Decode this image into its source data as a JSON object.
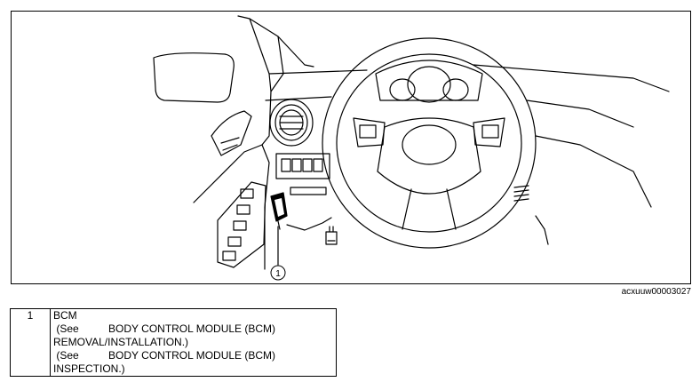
{
  "figure": {
    "id": "acxuuw00003027",
    "callout": "1"
  },
  "legend": {
    "rows": [
      {
        "number": "1",
        "lines": [
          "BCM",
          " (See          BODY CONTROL MODULE (BCM)",
          "REMOVAL/INSTALLATION.)",
          " (See          BODY CONTROL MODULE (BCM)",
          "INSPECTION.)"
        ]
      }
    ]
  }
}
